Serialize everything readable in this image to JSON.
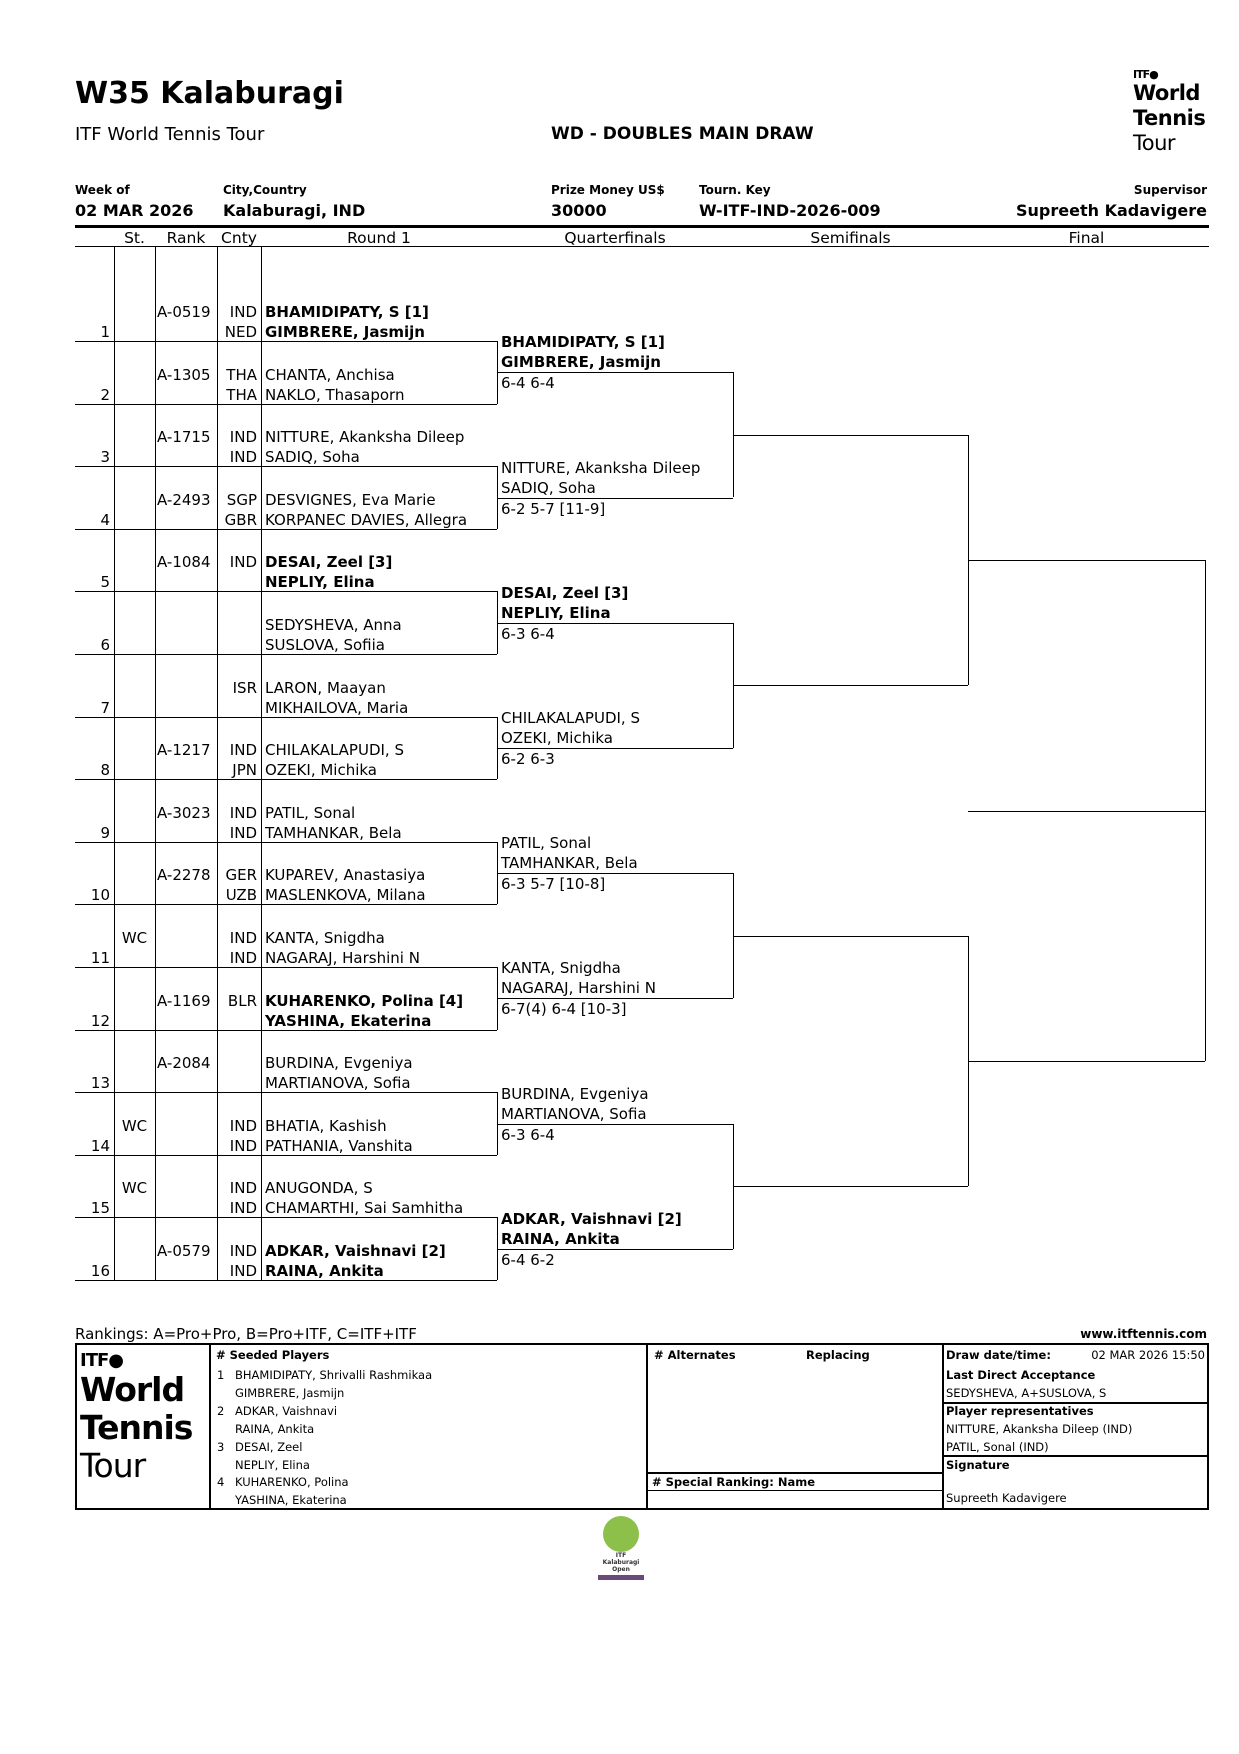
{
  "header": {
    "title": "W35 Kalaburagi",
    "subtitle": "ITF World Tennis Tour",
    "draw_title": "WD - DOUBLES MAIN DRAW",
    "logo": {
      "itf": "ITF",
      "world": "World",
      "tennis": "Tennis",
      "tour": "Tour"
    },
    "week_label": "Week of",
    "week_value": "02 MAR 2026",
    "city_label": "City,Country",
    "city_value": "Kalaburagi, IND",
    "prize_label": "Prize Money US$",
    "prize_value": "30000",
    "key_label": "Tourn. Key",
    "key_value": "W-ITF-IND-2026-009",
    "supervisor_label": "Supervisor",
    "supervisor_value": "Supreeth Kadavigere"
  },
  "columns": {
    "st": "St.",
    "rank": "Rank",
    "cnty": "Cnty",
    "r1": "Round 1",
    "qf": "Quarterfinals",
    "sf": "Semifinals",
    "final": "Final"
  },
  "entries": [
    {
      "num": "1",
      "st": "",
      "rank": "A-0519",
      "c1": "IND",
      "c2": "NED",
      "p1": "BHAMIDIPATY, S [1]",
      "p2": "GIMBRERE, Jasmijn",
      "bold": true
    },
    {
      "num": "2",
      "st": "",
      "rank": "A-1305",
      "c1": "THA",
      "c2": "THA",
      "p1": "CHANTA, Anchisa",
      "p2": "NAKLO, Thasaporn",
      "bold": false
    },
    {
      "num": "3",
      "st": "",
      "rank": "A-1715",
      "c1": "IND",
      "c2": "IND",
      "p1": "NITTURE, Akanksha Dileep",
      "p2": "SADIQ, Soha",
      "bold": false
    },
    {
      "num": "4",
      "st": "",
      "rank": "A-2493",
      "c1": "SGP",
      "c2": "GBR",
      "p1": "DESVIGNES, Eva Marie",
      "p2": "KORPANEC DAVIES, Allegra",
      "bold": false
    },
    {
      "num": "5",
      "st": "",
      "rank": "A-1084",
      "c1": "IND",
      "c2": "",
      "p1": "DESAI, Zeel [3]",
      "p2": "NEPLIY, Elina",
      "bold": true
    },
    {
      "num": "6",
      "st": "",
      "rank": "",
      "c1": "",
      "c2": "",
      "p1": "SEDYSHEVA, Anna",
      "p2": "SUSLOVA, Sofiia",
      "bold": false
    },
    {
      "num": "7",
      "st": "",
      "rank": "",
      "c1": "ISR",
      "c2": "",
      "p1": "LARON, Maayan",
      "p2": "MIKHAILOVA, Maria",
      "bold": false
    },
    {
      "num": "8",
      "st": "",
      "rank": "A-1217",
      "c1": "IND",
      "c2": "JPN",
      "p1": "CHILAKALAPUDI, S",
      "p2": "OZEKI, Michika",
      "bold": false
    },
    {
      "num": "9",
      "st": "",
      "rank": "A-3023",
      "c1": "IND",
      "c2": "IND",
      "p1": "PATIL, Sonal",
      "p2": "TAMHANKAR, Bela",
      "bold": false
    },
    {
      "num": "10",
      "st": "",
      "rank": "A-2278",
      "c1": "GER",
      "c2": "UZB",
      "p1": "KUPAREV, Anastasiya",
      "p2": "MASLENKOVA, Milana",
      "bold": false
    },
    {
      "num": "11",
      "st": "WC",
      "rank": "",
      "c1": "IND",
      "c2": "IND",
      "p1": "KANTA, Snigdha",
      "p2": "NAGARAJ, Harshini N",
      "bold": false
    },
    {
      "num": "12",
      "st": "",
      "rank": "A-1169",
      "c1": "BLR",
      "c2": "",
      "p1": "KUHARENKO, Polina [4]",
      "p2": "YASHINA, Ekaterina",
      "bold": true
    },
    {
      "num": "13",
      "st": "",
      "rank": "A-2084",
      "c1": "",
      "c2": "",
      "p1": "BURDINA, Evgeniya",
      "p2": "MARTIANOVA, Sofia",
      "bold": false
    },
    {
      "num": "14",
      "st": "WC",
      "rank": "",
      "c1": "IND",
      "c2": "IND",
      "p1": "BHATIA, Kashish",
      "p2": "PATHANIA, Vanshita",
      "bold": false
    },
    {
      "num": "15",
      "st": "WC",
      "rank": "",
      "c1": "IND",
      "c2": "IND",
      "p1": "ANUGONDA, S",
      "p2": "CHAMARTHI, Sai Samhitha",
      "bold": false
    },
    {
      "num": "16",
      "st": "",
      "rank": "A-0579",
      "c1": "IND",
      "c2": "IND",
      "p1": "ADKAR, Vaishnavi [2]",
      "p2": "RAINA, Ankita",
      "bold": true
    }
  ],
  "quarterfinals": [
    {
      "p1": "BHAMIDIPATY, S [1]",
      "p2": "GIMBRERE, Jasmijn",
      "score": "6-4 6-4",
      "bold": true
    },
    {
      "p1": "NITTURE, Akanksha Dileep",
      "p2": "SADIQ, Soha",
      "score": "6-2 5-7 [11-9]",
      "bold": false
    },
    {
      "p1": "DESAI, Zeel [3]",
      "p2": "NEPLIY, Elina",
      "score": "6-3 6-4",
      "bold": true
    },
    {
      "p1": "CHILAKALAPUDI, S",
      "p2": "OZEKI, Michika",
      "score": "6-2 6-3",
      "bold": false
    },
    {
      "p1": "PATIL, Sonal",
      "p2": "TAMHANKAR, Bela",
      "score": "6-3 5-7 [10-8]",
      "bold": false
    },
    {
      "p1": "KANTA, Snigdha",
      "p2": "NAGARAJ, Harshini N",
      "score": "6-7(4) 6-4 [10-3]",
      "bold": false
    },
    {
      "p1": "BURDINA, Evgeniya",
      "p2": "MARTIANOVA, Sofia",
      "score": "6-3 6-4",
      "bold": false
    },
    {
      "p1": "ADKAR, Vaishnavi [2]",
      "p2": "RAINA, Ankita",
      "score": "6-4 6-2",
      "bold": true
    }
  ],
  "footer": {
    "rankings_note": "Rankings: A=Pro+Pro, B=Pro+ITF, C=ITF+ITF",
    "website": "www.itftennis.com",
    "seeded_header": "#  Seeded Players",
    "seeded": [
      {
        "num": "1",
        "names": [
          "BHAMIDIPATY, Shrivalli Rashmikaa",
          "GIMBRERE, Jasmijn"
        ]
      },
      {
        "num": "2",
        "names": [
          "ADKAR, Vaishnavi",
          "RAINA, Ankita"
        ]
      },
      {
        "num": "3",
        "names": [
          "DESAI, Zeel",
          "NEPLIY, Elina"
        ]
      },
      {
        "num": "4",
        "names": [
          "KUHARENKO, Polina",
          "YASHINA, Ekaterina"
        ]
      }
    ],
    "alternates_header": "# Alternates",
    "replacing_header": "Replacing",
    "special_ranking_header": "#  Special Ranking: Name",
    "draw_date_label": "Draw date/time:",
    "draw_date_value": "02 MAR 2026 15:50",
    "lda_label": "Last Direct Acceptance",
    "lda_value": "SEDYSHEVA, A+SUSLOVA, S",
    "reps_label": "Player representatives",
    "reps": [
      "NITTURE, Akanksha Dileep (IND)",
      "PATIL, Sonal (IND)"
    ],
    "signature_label": "Signature",
    "signature_value": "Supreeth Kadavigere",
    "sponsor_logo_text": "ITF Kalaburagi Open"
  }
}
